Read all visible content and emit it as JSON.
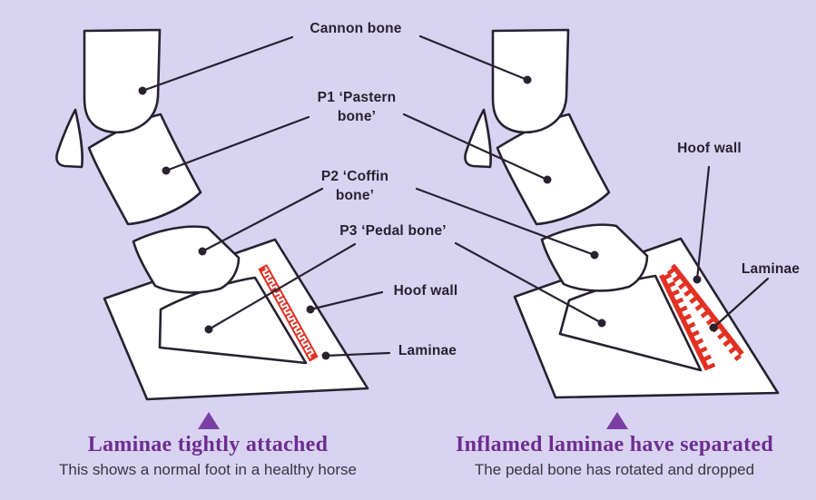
{
  "figure": {
    "shared_labels": {
      "cannon": "Cannon bone",
      "p1": "P1 ‘Pastern bone’",
      "p2": "P2 ‘Coffin bone’",
      "p3": "P3 ‘Pedal bone’"
    },
    "left": {
      "hoof_wall_label": "Hoof wall",
      "laminae_label": "Laminae",
      "caption_title": "Laminae tightly attached",
      "caption_subtitle": "This shows a normal foot in a healthy horse"
    },
    "right": {
      "hoof_wall_label": "Hoof wall",
      "laminae_label": "Laminae",
      "caption_title": "Inflamed laminae have separated",
      "caption_subtitle": "The pedal bone has rotated and dropped"
    },
    "colors": {
      "background": "#d8d3f0",
      "outline": "#272130",
      "bone_fill": "#ffffff",
      "laminae_red": "#e23123",
      "heading_purple": "#6d2d91",
      "pointer_purple": "#7b3fa3",
      "subtitle_color": "#3a3442",
      "label_color": "#272130"
    }
  }
}
